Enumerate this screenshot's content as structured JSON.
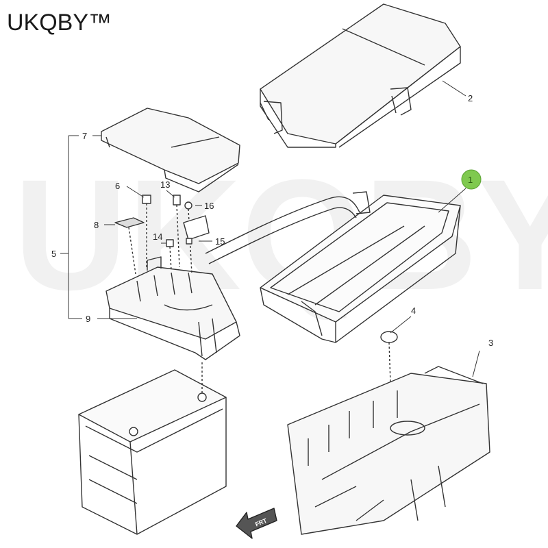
{
  "brand": "UKQBY™",
  "watermark_text": "UKQBY™",
  "callouts": {
    "c1": "1",
    "c2": "2",
    "c3": "3",
    "c4": "4",
    "c5": "5",
    "c6": "6",
    "c7": "7",
    "c8": "8",
    "c9": "9",
    "c13": "13",
    "c14": "14",
    "c15": "15",
    "c16": "16"
  },
  "orientation_arrow": "FRT",
  "colors": {
    "line": "#333333",
    "highlight": "#7fc94f"
  }
}
